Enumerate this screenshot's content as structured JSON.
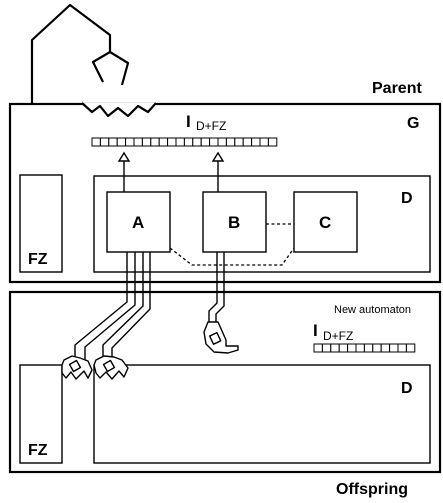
{
  "parent": {
    "label": "Parent",
    "g_label": "G",
    "d_label": "D",
    "fz_label": "FZ",
    "tape_label": "I",
    "tape_subscript": "D+FZ",
    "tape_cells": 22,
    "blocks": {
      "a": "A",
      "b": "B",
      "c": "C"
    }
  },
  "offspring": {
    "label": "Offspring",
    "new_automaton_label": "New automaton",
    "tape_label": "I",
    "tape_subscript": "D+FZ",
    "tape_cells": 12,
    "d_label": "D",
    "fz_label": "FZ"
  }
}
